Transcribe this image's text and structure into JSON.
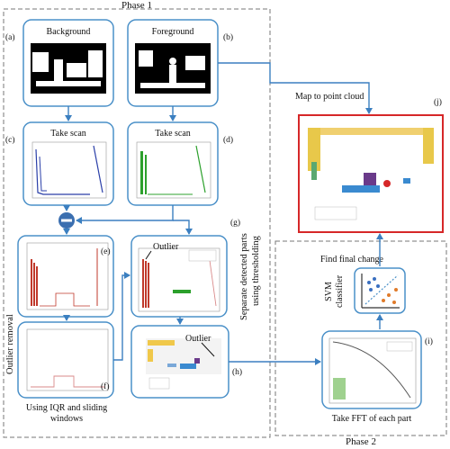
{
  "phase1": {
    "label": "Phase 1"
  },
  "phase2": {
    "label": "Phase 2"
  },
  "panels": {
    "a": {
      "tag": "(a)",
      "title": "Background"
    },
    "b": {
      "tag": "(b)",
      "title": "Foreground"
    },
    "c": {
      "tag": "(c)",
      "title": "Take scan"
    },
    "d": {
      "tag": "(d)",
      "title": "Take scan"
    },
    "e": {
      "tag": "(e)"
    },
    "f": {
      "tag": "(f)"
    },
    "g": {
      "tag": "(g)",
      "callout": "Outlier"
    },
    "h": {
      "tag": "(h)",
      "callout": "Outlier"
    },
    "i": {
      "tag": "(i)"
    },
    "j": {
      "tag": "(j)"
    }
  },
  "labels": {
    "outlier_removal": "Outlier removal",
    "iqr_line1": "Using IQR and sliding",
    "iqr_line2": "windows",
    "separate_line1": "Separate detected parts",
    "separate_line2": "using thresholding",
    "map_to_cloud": "Map to point cloud",
    "find_final_change": "Find final change",
    "svm_line1": "SVM",
    "svm_line2": "classifier",
    "take_fft": "Take FFT of each part"
  },
  "colors": {
    "panel_border": "#4a90c8",
    "arrow": "#3b7fc0",
    "dashed": "#777777",
    "highlight": "#d62728"
  }
}
